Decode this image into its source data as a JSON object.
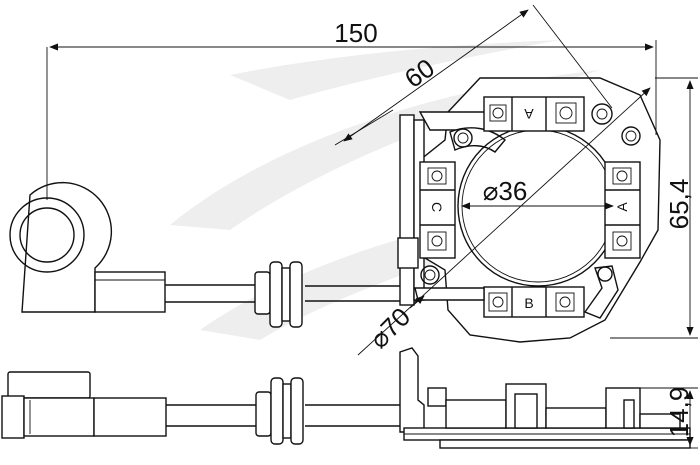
{
  "dimensions": {
    "overall_length": "150",
    "diagonal": "60",
    "bore_diameter": "⌀36",
    "outer_diameter": "⌀70",
    "height": "65,4",
    "thickness": "14,9"
  },
  "terminal_labels": {
    "top": "A",
    "right": "A",
    "left": "C",
    "bottom": "B"
  },
  "colors": {
    "line": "#111111",
    "watermark": "#eeeeee"
  }
}
